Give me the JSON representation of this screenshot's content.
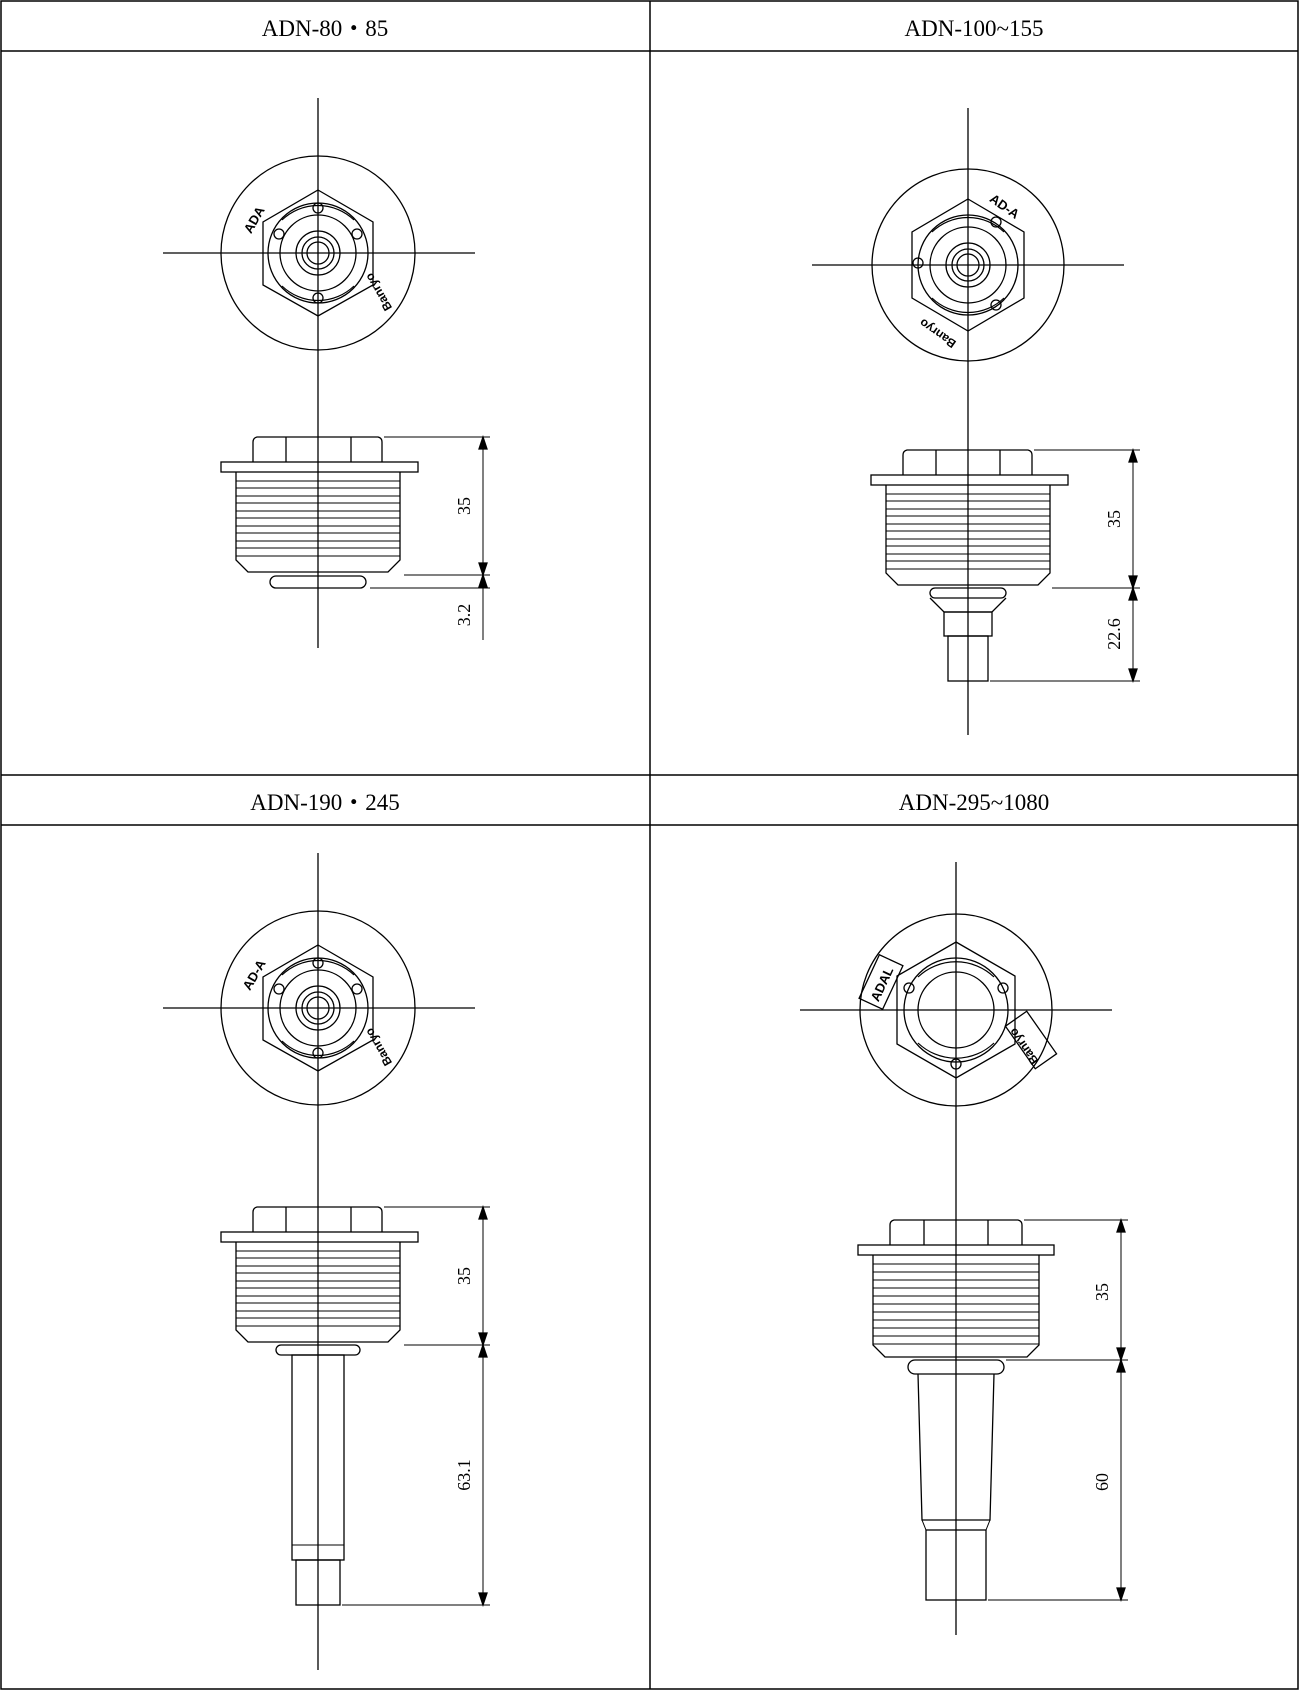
{
  "panels": [
    {
      "title": "ADN-80・85",
      "marking_left": "ADA",
      "marking_right": "Banryo",
      "dim_upper": "35",
      "dim_lower": "3.2"
    },
    {
      "title": "ADN-100~155",
      "marking_left": "AD-A",
      "marking_right": "Banryo",
      "dim_upper": "35",
      "dim_lower": "22.6"
    },
    {
      "title": "ADN-190・245",
      "marking_left": "AD-A",
      "marking_right": "Banryo",
      "dim_upper": "35",
      "dim_lower": "63.1"
    },
    {
      "title": "ADN-295~1080",
      "marking_left": "ADAL",
      "marking_right": "Banryo",
      "dim_upper": "35",
      "dim_lower": "60"
    }
  ]
}
